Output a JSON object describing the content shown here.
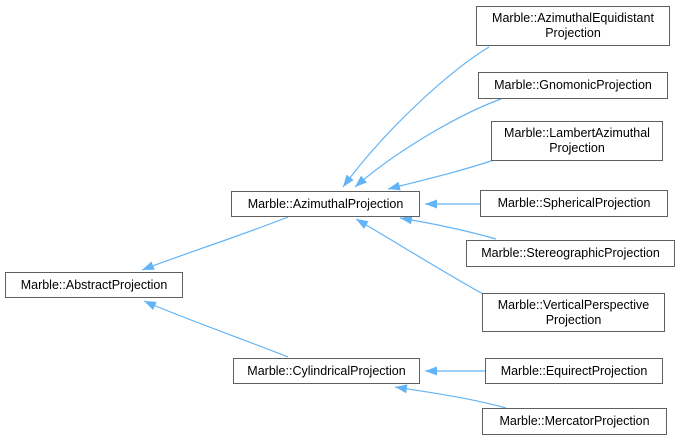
{
  "diagram": {
    "type": "class-inheritance-graph",
    "background_color": "#ffffff",
    "node_fill_color": "#ffffff",
    "node_border_color": "#606060",
    "node_text_color": "#000000",
    "edge_color": "#63b4f6",
    "nodes": [
      {
        "id": "abstract-projection",
        "label": "Marble::AbstractProjection"
      },
      {
        "id": "azimuthal-projection",
        "label": "Marble::AzimuthalProjection"
      },
      {
        "id": "cylindrical-projection",
        "label": "Marble::CylindricalProjection"
      },
      {
        "id": "azimuthal-equidistant-projection",
        "label": "Marble::AzimuthalEquidistant\nProjection"
      },
      {
        "id": "gnomonic-projection",
        "label": "Marble::GnomonicProjection"
      },
      {
        "id": "lambert-azimuthal-projection",
        "label": "Marble::LambertAzimuthal\nProjection"
      },
      {
        "id": "spherical-projection",
        "label": "Marble::SphericalProjection"
      },
      {
        "id": "stereographic-projection",
        "label": "Marble::StereographicProjection"
      },
      {
        "id": "vertical-perspective-projection",
        "label": "Marble::VerticalPerspective\nProjection"
      },
      {
        "id": "equirect-projection",
        "label": "Marble::EquirectProjection"
      },
      {
        "id": "mercator-projection",
        "label": "Marble::MercatorProjection"
      }
    ],
    "edges": [
      {
        "from": "azimuthal-projection",
        "to": "abstract-projection"
      },
      {
        "from": "cylindrical-projection",
        "to": "abstract-projection"
      },
      {
        "from": "azimuthal-equidistant-projection",
        "to": "azimuthal-projection"
      },
      {
        "from": "gnomonic-projection",
        "to": "azimuthal-projection"
      },
      {
        "from": "lambert-azimuthal-projection",
        "to": "azimuthal-projection"
      },
      {
        "from": "spherical-projection",
        "to": "azimuthal-projection"
      },
      {
        "from": "stereographic-projection",
        "to": "azimuthal-projection"
      },
      {
        "from": "vertical-perspective-projection",
        "to": "azimuthal-projection"
      },
      {
        "from": "equirect-projection",
        "to": "cylindrical-projection"
      },
      {
        "from": "mercator-projection",
        "to": "cylindrical-projection"
      }
    ]
  }
}
